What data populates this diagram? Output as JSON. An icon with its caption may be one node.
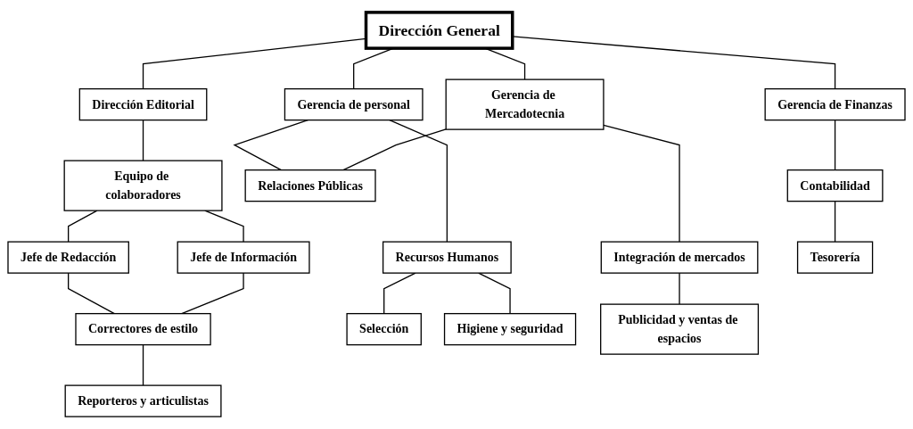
{
  "diagram": {
    "nodes": [
      {
        "text": [
          "Dirección General"
        ]
      },
      {
        "text": [
          "Dirección Editorial"
        ]
      },
      {
        "text": [
          "Gerencia de Finanzas"
        ]
      },
      {
        "text": [
          "Gerencia de personal"
        ]
      },
      {
        "text": [
          "Gerencia de Mercadotecnia"
        ]
      },
      {
        "text": [
          "Equipo de colaboradores"
        ]
      },
      {
        "text": [
          "Relaciones Públicas"
        ]
      },
      {
        "text": [
          "Jefe de Redacción"
        ]
      },
      {
        "text": [
          "Jefe de Información"
        ]
      },
      {
        "text": [
          "Contabilidad"
        ]
      },
      {
        "text": [
          "Recursos Humanos"
        ]
      },
      {
        "text": [
          "Integración de mercados"
        ]
      },
      {
        "text": [
          "Correctores de estilo"
        ]
      },
      {
        "text": [
          "Tesorería"
        ]
      },
      {
        "text": [
          "Selección"
        ]
      },
      {
        "text": [
          "Higiene y seguridad"
        ]
      },
      {
        "text": [
          "Publicidad y ventas de espacios"
        ]
      },
      {
        "text": [
          "Reporteros y articulistas"
        ]
      }
    ],
    "edges": [
      {
        "from": 0,
        "to": 1,
        "arrow": "none"
      },
      {
        "from": 0,
        "to": 2,
        "arrow": "none"
      },
      {
        "from": 0,
        "to": 3,
        "arrow": "none"
      },
      {
        "from": 0,
        "to": 4,
        "arrow": "none"
      },
      {
        "from": 1,
        "to": 5,
        "arrow": "none"
      },
      {
        "from": 3,
        "to": 6,
        "arrow": "none"
      },
      {
        "from": 4,
        "to": 6,
        "arrow": "none"
      },
      {
        "from": 5,
        "to": 7,
        "arrow": "none"
      },
      {
        "from": 5,
        "to": 8,
        "arrow": "none"
      },
      {
        "from": 2,
        "to": 9,
        "arrow": "none"
      },
      {
        "from": 3,
        "to": 10,
        "arrow": "none"
      },
      {
        "from": 4,
        "to": 11,
        "arrow": "none"
      },
      {
        "from": 7,
        "to": 12,
        "arrow": "none"
      },
      {
        "from": 8,
        "to": 12,
        "arrow": "none"
      },
      {
        "from": 9,
        "to": 13,
        "arrow": "none"
      },
      {
        "from": 10,
        "to": 14,
        "arrow": "none"
      },
      {
        "from": 10,
        "to": 15,
        "arrow": "none"
      },
      {
        "from": 11,
        "to": 16,
        "arrow": "none"
      },
      {
        "from": 12,
        "to": 17,
        "arrow": "none"
      }
    ]
  }
}
